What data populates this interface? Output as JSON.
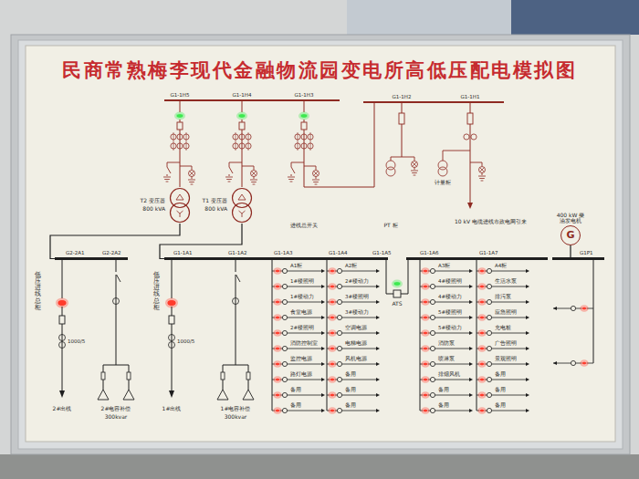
{
  "diagram": {
    "title": "民商常熟梅李现代金融物流园变电所高低压配电模拟图",
    "nodes": [
      {
        "text": [
          "T2 变压器",
          "800 kVA"
        ]
      },
      {
        "text": [
          "T1 变压器",
          "800 kVA"
        ]
      },
      {
        "text": [
          "400 kW 柴油发电机",
          "G"
        ]
      },
      {
        "text": [
          "G2-2A1",
          "G2-2A2"
        ]
      },
      {
        "text": [
          "G1-1A1",
          "G1-1A2",
          "G1-1A3",
          "G1-1A4",
          "G1-1A5"
        ]
      },
      {
        "text": [
          "G1-1A6",
          "G1-1A7"
        ]
      },
      {
        "text": [
          "G1P1"
        ]
      }
    ],
    "edges": [
      {
        "from": 0,
        "to": 3,
        "arrow": "none"
      },
      {
        "from": 1,
        "to": 4,
        "arrow": "none"
      },
      {
        "from": 2,
        "to": 6,
        "arrow": "none"
      }
    ],
    "labels": [
      "G1-1H5",
      "G1-1H4",
      "G1-1H3",
      "G1-1H2",
      "G1-1H1",
      "进线总开关",
      "PT 柜",
      "计量柜",
      "10 kV 电缆进线市政电网引来",
      "低压进线总柜",
      "低压进线总柜",
      "1000/5",
      "1000/5",
      "ATS",
      "2#出线",
      "2#电容补偿",
      "300kvar",
      "1#出线",
      "1#电容补偿",
      "300kvar",
      "A1柜",
      "1#楼照明",
      "1#楼动力",
      "食堂电源",
      "2#楼照明",
      "消防控制室",
      "监控电源",
      "路灯电源",
      "备用",
      "备用",
      "A2柜",
      "2#楼动力",
      "3#楼照明",
      "3#楼动力",
      "空调电源",
      "电梯电源",
      "风机电源",
      "备用",
      "备用",
      "备用",
      "A3柜",
      "4#楼照明",
      "4#楼动力",
      "5#楼照明",
      "5#楼动力",
      "消防泵",
      "喷淋泵",
      "排烟风机",
      "备用",
      "备用",
      "A4柜",
      "生活水泵",
      "排污泵",
      "应急照明",
      "充电桩",
      "广告照明",
      "景观照明",
      "备用",
      "备用",
      "备用"
    ]
  }
}
